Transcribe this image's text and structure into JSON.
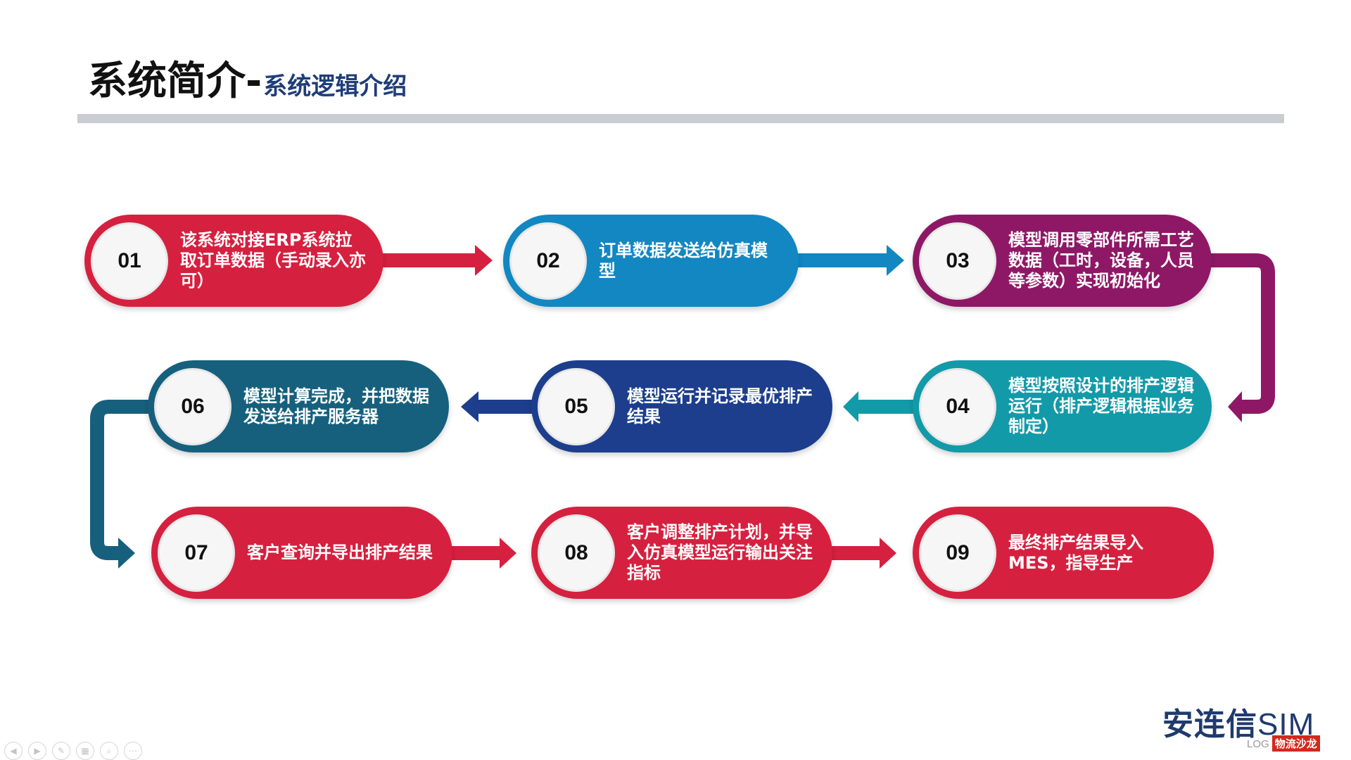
{
  "title": {
    "main": "系统简介-",
    "sub": "系统逻辑介绍"
  },
  "colors": {
    "red": "#d6203f",
    "blue": "#1287c2",
    "purple": "#8e1866",
    "teal": "#139aa8",
    "navy": "#1c3e8c",
    "petrol": "#16607d",
    "rule": "#c9ccd1"
  },
  "steps": [
    {
      "num": "01",
      "text": "该系统对接ERP系统拉取订单数据（手动录入亦可）"
    },
    {
      "num": "02",
      "text": "订单数据发送给仿真模型"
    },
    {
      "num": "03",
      "text": "模型调用零部件所需工艺数据（工时，设备，人员等参数）实现初始化"
    },
    {
      "num": "04",
      "text": "模型按照设计的排产逻辑运行（排产逻辑根据业务制定）"
    },
    {
      "num": "05",
      "text": "模型运行并记录最优排产结果"
    },
    {
      "num": "06",
      "text": "模型计算完成，并把数据发送给排产服务器"
    },
    {
      "num": "07",
      "text": "客户查询并导出排产结果"
    },
    {
      "num": "08",
      "text": "客户调整排产计划，并导入仿真模型运行输出关注指标"
    },
    {
      "num": "09",
      "text": "最终排产结果导入MES，指导生产"
    }
  ],
  "logo": {
    "brand": "安连信",
    "suffix": "SIM"
  },
  "watermark": {
    "left": "LOG",
    "badge": "物流沙龙"
  },
  "nav_icons": [
    "prev-icon",
    "next-icon",
    "pen-icon",
    "slides-icon",
    "zoom-icon",
    "more-icon"
  ]
}
